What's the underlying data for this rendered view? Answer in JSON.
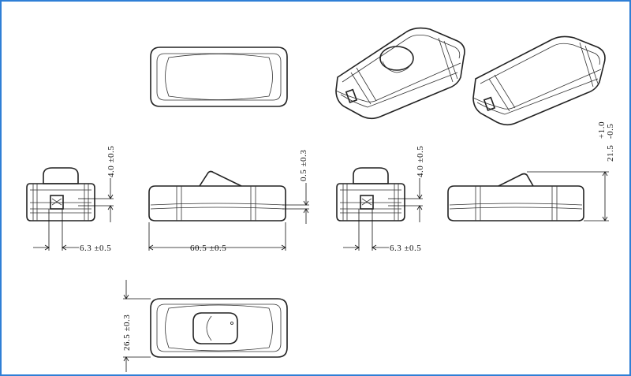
{
  "dimensions": {
    "width_front_left": "4.0 ±0.5",
    "thickness_left": "6.3 ±0.5",
    "length_side": "60.5 ±0.5",
    "rocker_height_side": "0.5 ±0.3",
    "width_front_right": "4.0 ±0.5",
    "thickness_right": "6.3 ±0.5",
    "height_total_main": "21.5",
    "height_tol_plus": "+1.0",
    "height_tol_minus": "-0.5",
    "width_bottom_view": "26.5 ±0.3"
  },
  "colors": {
    "frame_border": "#2f7fd6",
    "line": "#222222"
  }
}
